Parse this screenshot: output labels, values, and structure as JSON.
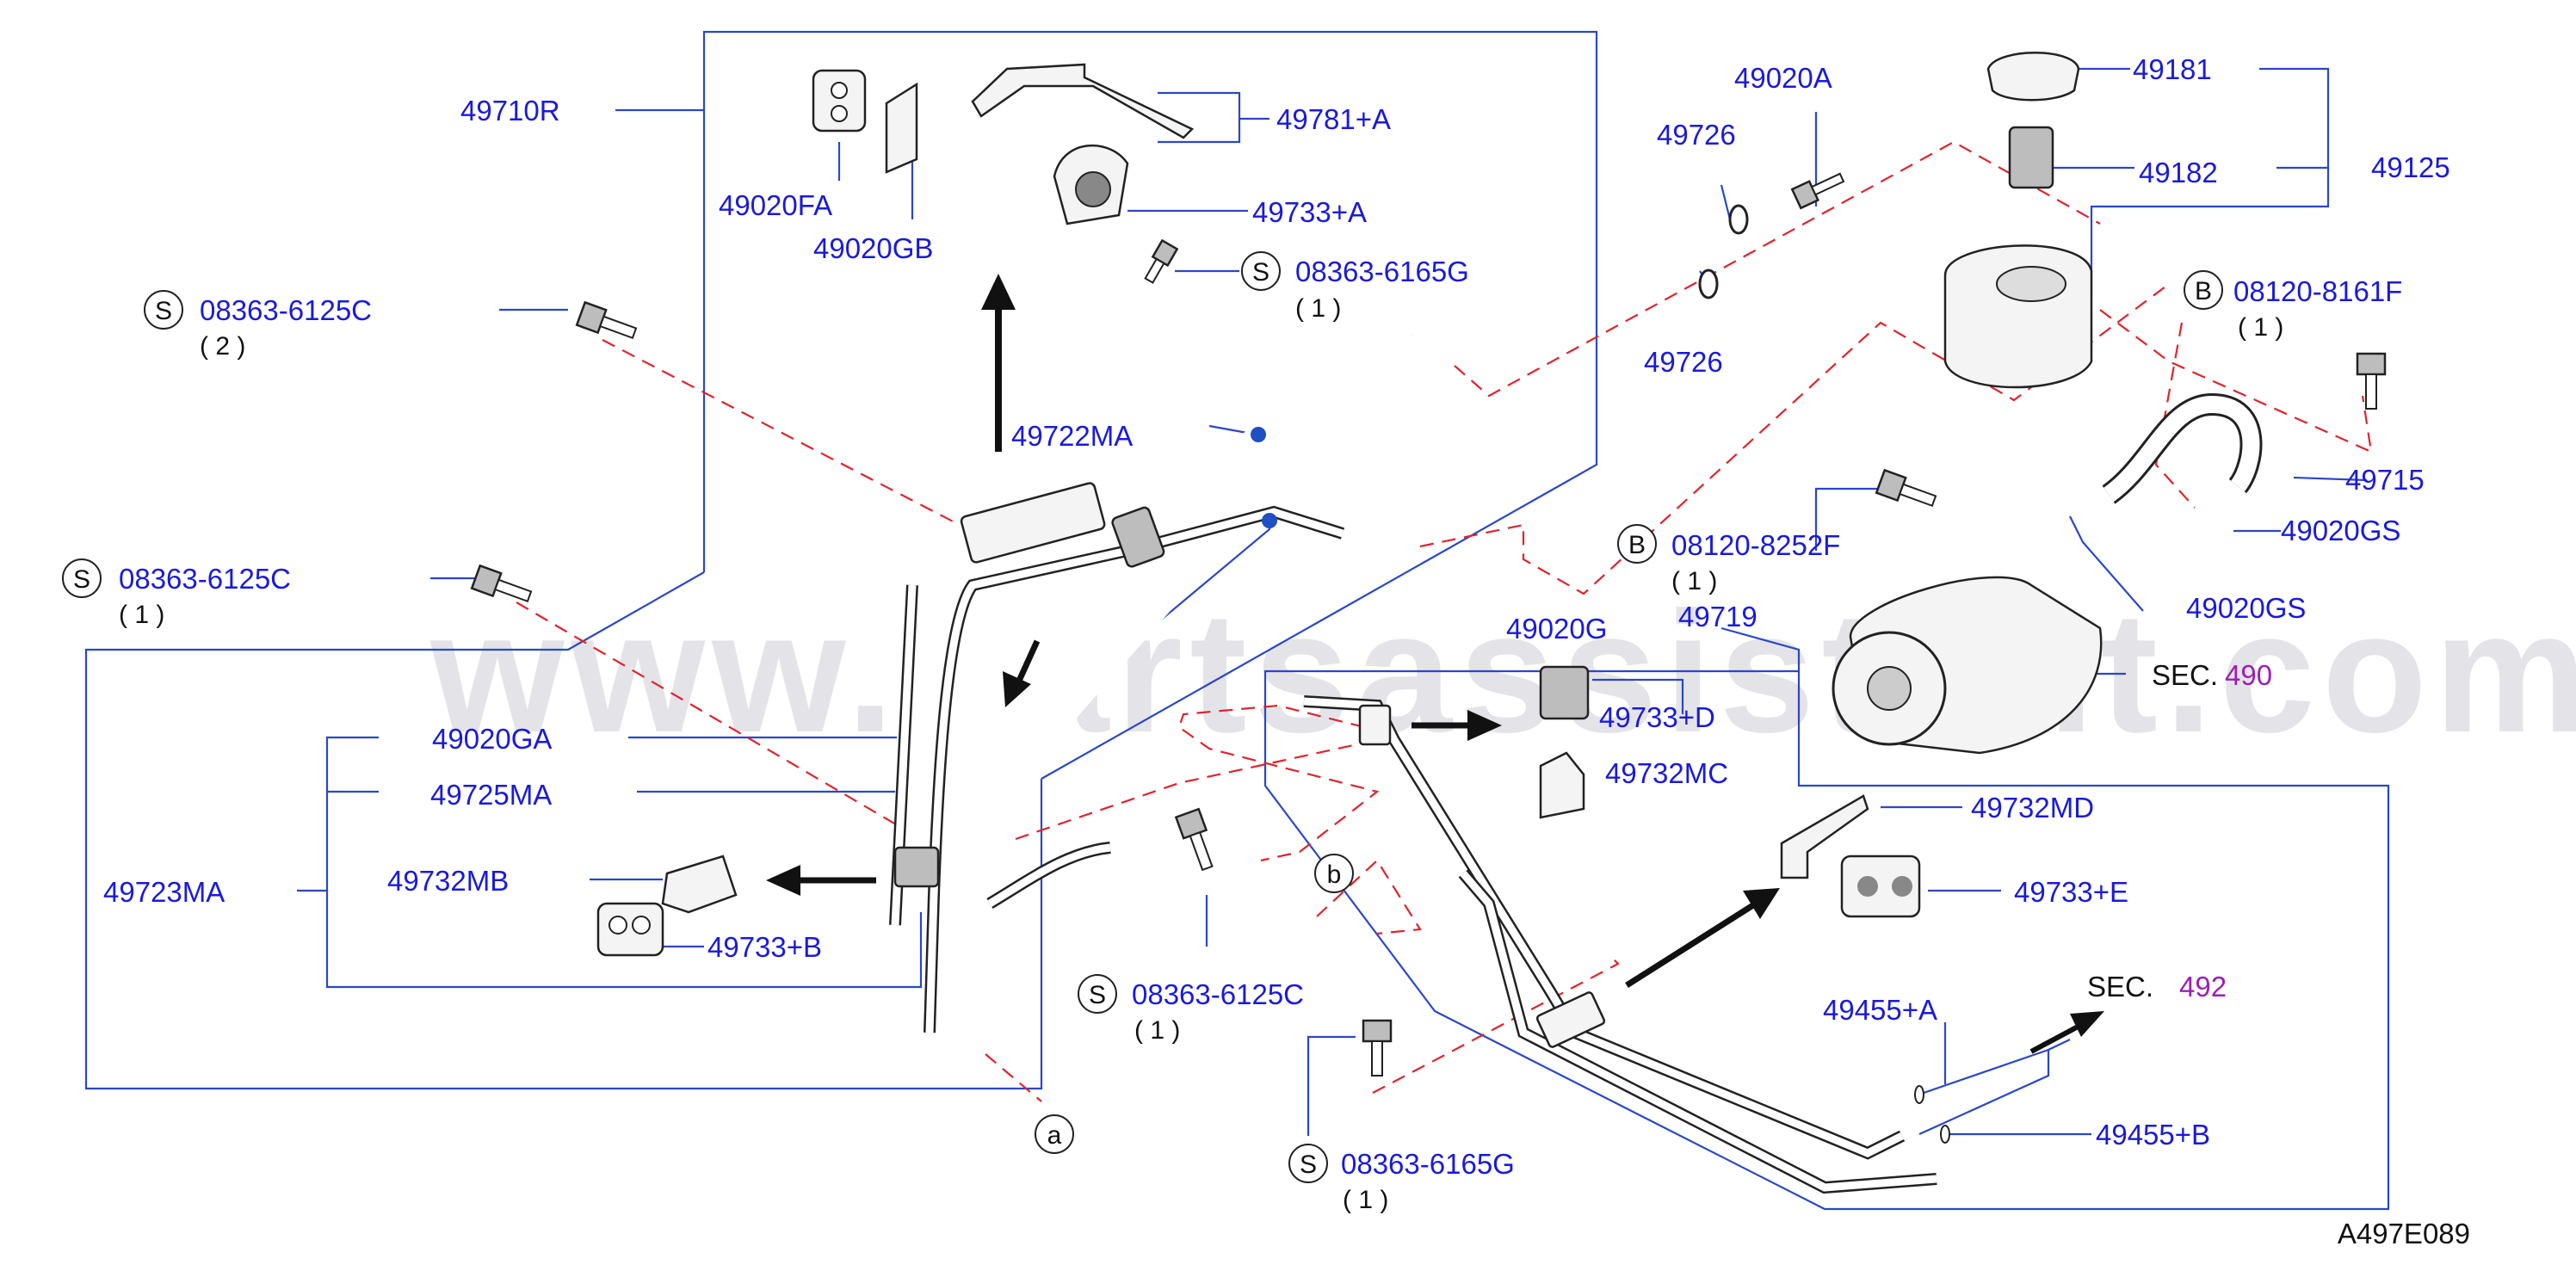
{
  "labels": {
    "p49710R": "49710R",
    "p49020FA": "49020FA",
    "p49020GB": "49020GB",
    "p49781A": "49781+A",
    "p49733A": "49733+A",
    "p08363_6165G_top": "08363-6165G",
    "p49722MA": "49722MA",
    "p08363_6125C_a": "08363-6125C",
    "p08363_6125C_b": "08363-6125C",
    "p49020A": "49020A",
    "p49726a": "49726",
    "p49726b": "49726",
    "p49181": "49181",
    "p49182": "49182",
    "p49125": "49125",
    "p08120_8161F": "08120-8161F",
    "p49715": "49715",
    "p49020GS_a": "49020GS",
    "p49020GS_b": "49020GS",
    "p08120_8252F": "08120-8252F",
    "p49020G": "49020G",
    "p49719": "49719",
    "sec490_label": "SEC.",
    "sec490_num": "490",
    "p49733D": "49733+D",
    "p49732MC": "49732MC",
    "p49020GA": "49020GA",
    "p49725MA": "49725MA",
    "p49723MA": "49723MA",
    "p49732MB": "49732MB",
    "p49733B": "49733+B",
    "p49732MD": "49732MD",
    "p49733E": "49733+E",
    "p08363_6125C_c": "08363-6125C",
    "sec492_label": "SEC.",
    "sec492_num": "492",
    "p49455A": "49455+A",
    "p49455B": "49455+B",
    "p08363_6165G_bot": "08363-6165G"
  },
  "quantities": {
    "q_6165G_top": "( 1 )",
    "q_6125C_a": "( 2 )",
    "q_6125C_b": "( 1 )",
    "q_8161F": "( 1 )",
    "q_8252F": "( 1 )",
    "q_6125C_c": "( 1 )",
    "q_6165G_bot": "( 1 )"
  },
  "callouts": {
    "S": "S",
    "B": "B",
    "a": "a",
    "b": "b"
  },
  "watermark": "www.partsassistant.com",
  "drawing_code": "A497E089",
  "colors": {
    "part_number": "#1a1adb",
    "leader_line": "#2a47c9",
    "dashed_guide": "#e0232c",
    "section_number": "#9b1fb4"
  }
}
